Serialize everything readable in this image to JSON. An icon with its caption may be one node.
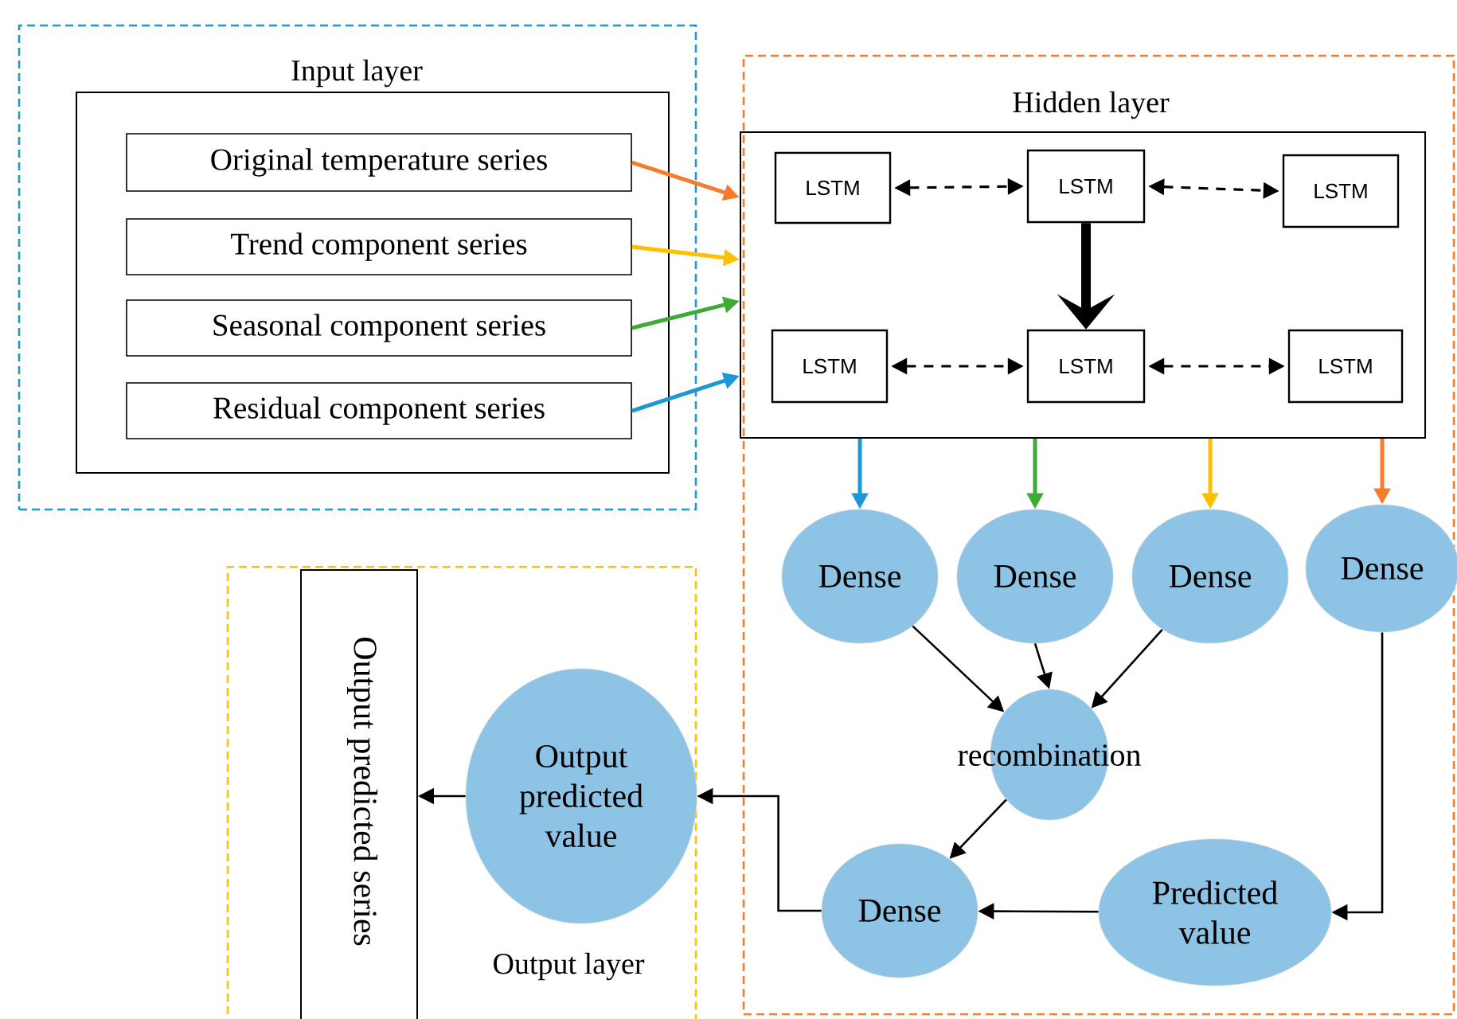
{
  "diagram": {
    "nodes": [
      {
        "text": [
          "Input layer"
        ]
      },
      {
        "text": [],
        "shape": "box",
        "in": 0
      },
      {
        "text": [
          "Original temperature series"
        ],
        "in": 1
      },
      {
        "text": [
          "Trend component series"
        ],
        "in": 1
      },
      {
        "text": [
          "Seasonal component series"
        ],
        "in": 1
      },
      {
        "text": [
          "Residual component series"
        ],
        "in": 1
      },
      {
        "text": [
          "Hidden layer"
        ]
      },
      {
        "text": [],
        "shape": "box",
        "in": 6
      },
      {
        "text": [
          "LSTM"
        ],
        "in": 7
      },
      {
        "text": [
          "LSTM"
        ],
        "in": 7
      },
      {
        "text": [
          "LSTM"
        ],
        "in": 7
      },
      {
        "text": [
          "LSTM"
        ],
        "in": 7
      },
      {
        "text": [
          "LSTM"
        ],
        "in": 7
      },
      {
        "text": [
          "LSTM"
        ],
        "in": 7
      },
      {
        "text": [
          "Dense"
        ],
        "in": 6
      },
      {
        "text": [
          "Dense"
        ],
        "in": 6
      },
      {
        "text": [
          "Dense"
        ],
        "in": 6
      },
      {
        "text": [
          "Dense"
        ],
        "in": 6
      },
      {
        "text": [
          "recombination"
        ],
        "in": 6
      },
      {
        "text": [
          "Dense"
        ],
        "in": 6
      },
      {
        "text": [
          "Predicted value"
        ],
        "in": 6
      },
      {
        "text": [
          "Output layer"
        ]
      },
      {
        "text": [
          "Output predicted value"
        ],
        "in": 21
      },
      {
        "text": [
          "Output predicted series"
        ],
        "in": 21
      }
    ],
    "edges": [
      {
        "from": 2,
        "to": 7,
        "arrow": "to",
        "color": "#f47c2a"
      },
      {
        "from": 3,
        "to": 7,
        "arrow": "to",
        "color": "#ffc000"
      },
      {
        "from": 4,
        "to": 7,
        "arrow": "to",
        "color": "#3dab36"
      },
      {
        "from": 5,
        "to": 7,
        "arrow": "to",
        "color": "#1e97d4"
      },
      {
        "from": 8,
        "to": 9,
        "arrow": "both",
        "style": "dashed"
      },
      {
        "from": 9,
        "to": 10,
        "arrow": "both",
        "style": "dashed"
      },
      {
        "from": 11,
        "to": 12,
        "arrow": "both",
        "style": "dashed"
      },
      {
        "from": 12,
        "to": 13,
        "arrow": "both",
        "style": "dashed"
      },
      {
        "from": 9,
        "to": 12,
        "arrow": "to",
        "style": "thick"
      },
      {
        "from": 7,
        "to": 14,
        "arrow": "to",
        "color": "#1e97d4"
      },
      {
        "from": 7,
        "to": 15,
        "arrow": "to",
        "color": "#3dab36"
      },
      {
        "from": 7,
        "to": 16,
        "arrow": "to",
        "color": "#ffc000"
      },
      {
        "from": 7,
        "to": 17,
        "arrow": "to",
        "color": "#f47c2a"
      },
      {
        "from": 14,
        "to": 18,
        "arrow": "to"
      },
      {
        "from": 15,
        "to": 18,
        "arrow": "to"
      },
      {
        "from": 16,
        "to": 18,
        "arrow": "to"
      },
      {
        "from": 18,
        "to": 19,
        "arrow": "to"
      },
      {
        "from": 17,
        "to": 20,
        "arrow": "to"
      },
      {
        "from": 20,
        "to": 19,
        "arrow": "to"
      },
      {
        "from": 19,
        "to": 22,
        "arrow": "to"
      },
      {
        "from": 22,
        "to": 23,
        "arrow": "to"
      }
    ]
  }
}
